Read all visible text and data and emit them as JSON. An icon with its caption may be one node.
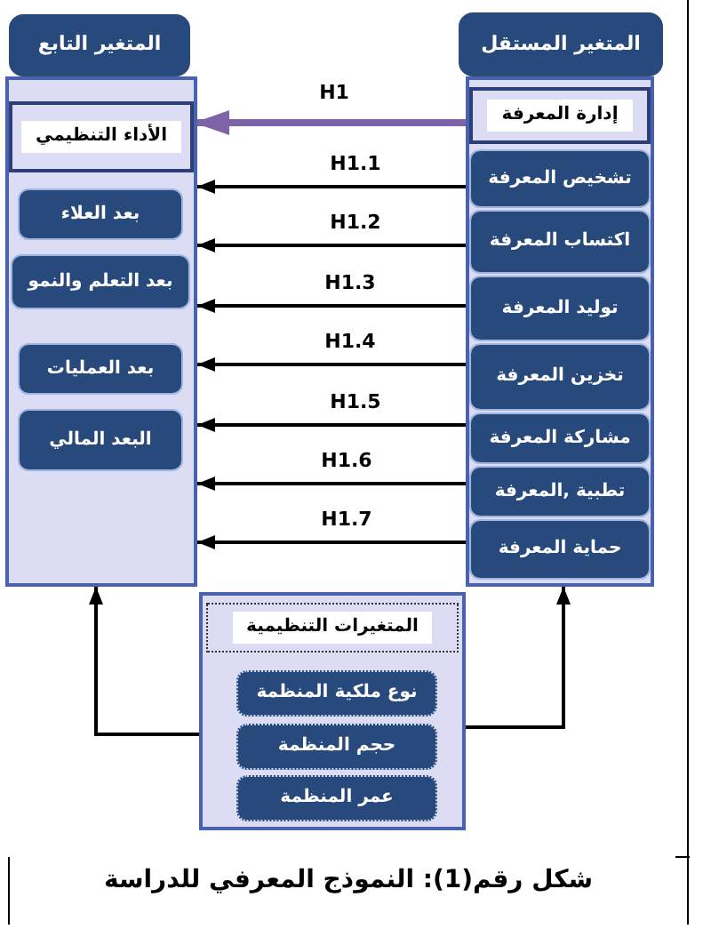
{
  "diagram": {
    "caption": "شكل رقم(1): النموذج المعرفي للدراسة",
    "nodes": [
      {
        "text": [
          "المتغير المستقل"
        ]
      },
      {
        "text": [],
        "shape": "box"
      },
      {
        "text": [
          "إدارة المعرفة"
        ],
        "in": 1
      },
      {
        "text": [
          "تشخيص المعرفة"
        ],
        "in": 1
      },
      {
        "text": [
          "اكتساب المعرفة"
        ],
        "in": 1
      },
      {
        "text": [
          "توليد المعرفة"
        ],
        "in": 1
      },
      {
        "text": [
          "تخزين المعرفة"
        ],
        "in": 1
      },
      {
        "text": [
          "مشاركة المعرفة"
        ],
        "in": 1
      },
      {
        "text": [
          "تطبية ,المعرفة"
        ],
        "in": 1
      },
      {
        "text": [
          "حماية المعرفة"
        ],
        "in": 1
      },
      {
        "text": [
          "المتغير التابع"
        ]
      },
      {
        "text": [],
        "shape": "box"
      },
      {
        "text": [
          "الأداء التنظيمي"
        ],
        "in": 11
      },
      {
        "text": [
          "بعد العلاء"
        ],
        "in": 11
      },
      {
        "text": [
          "بعد التعلم والنمو"
        ],
        "in": 11
      },
      {
        "text": [
          "بعد العمليات"
        ],
        "in": 11
      },
      {
        "text": [
          "البعد المالي"
        ],
        "in": 11
      },
      {
        "text": [],
        "shape": "box"
      },
      {
        "text": [
          "المتغيرات التنظيمية"
        ],
        "in": 17
      },
      {
        "text": [
          "نوع ملكية المنظمة"
        ],
        "in": 17
      },
      {
        "text": [
          "حجم المنظمة"
        ],
        "in": 17
      },
      {
        "text": [
          "عمر المنظمة"
        ],
        "in": 17
      }
    ],
    "edges": [
      {
        "from": 2,
        "to": 12,
        "arrow": "to",
        "label": "H1",
        "style": "thick",
        "color": "#7f62a8"
      },
      {
        "from": 3,
        "to": 11,
        "arrow": "to",
        "label": "H1.1"
      },
      {
        "from": 4,
        "to": 11,
        "arrow": "to",
        "label": "H1.2"
      },
      {
        "from": 5,
        "to": 11,
        "arrow": "to",
        "label": "H1.3"
      },
      {
        "from": 6,
        "to": 11,
        "arrow": "to",
        "label": "H1.4"
      },
      {
        "from": 7,
        "to": 11,
        "arrow": "to",
        "label": "H1.5"
      },
      {
        "from": 8,
        "to": 11,
        "arrow": "to",
        "label": "H1.6"
      },
      {
        "from": 9,
        "to": 11,
        "arrow": "to",
        "label": "H1.7"
      },
      {
        "from": 17,
        "to": 11,
        "arrow": "to"
      },
      {
        "from": 17,
        "to": 1,
        "arrow": "to"
      }
    ]
  }
}
